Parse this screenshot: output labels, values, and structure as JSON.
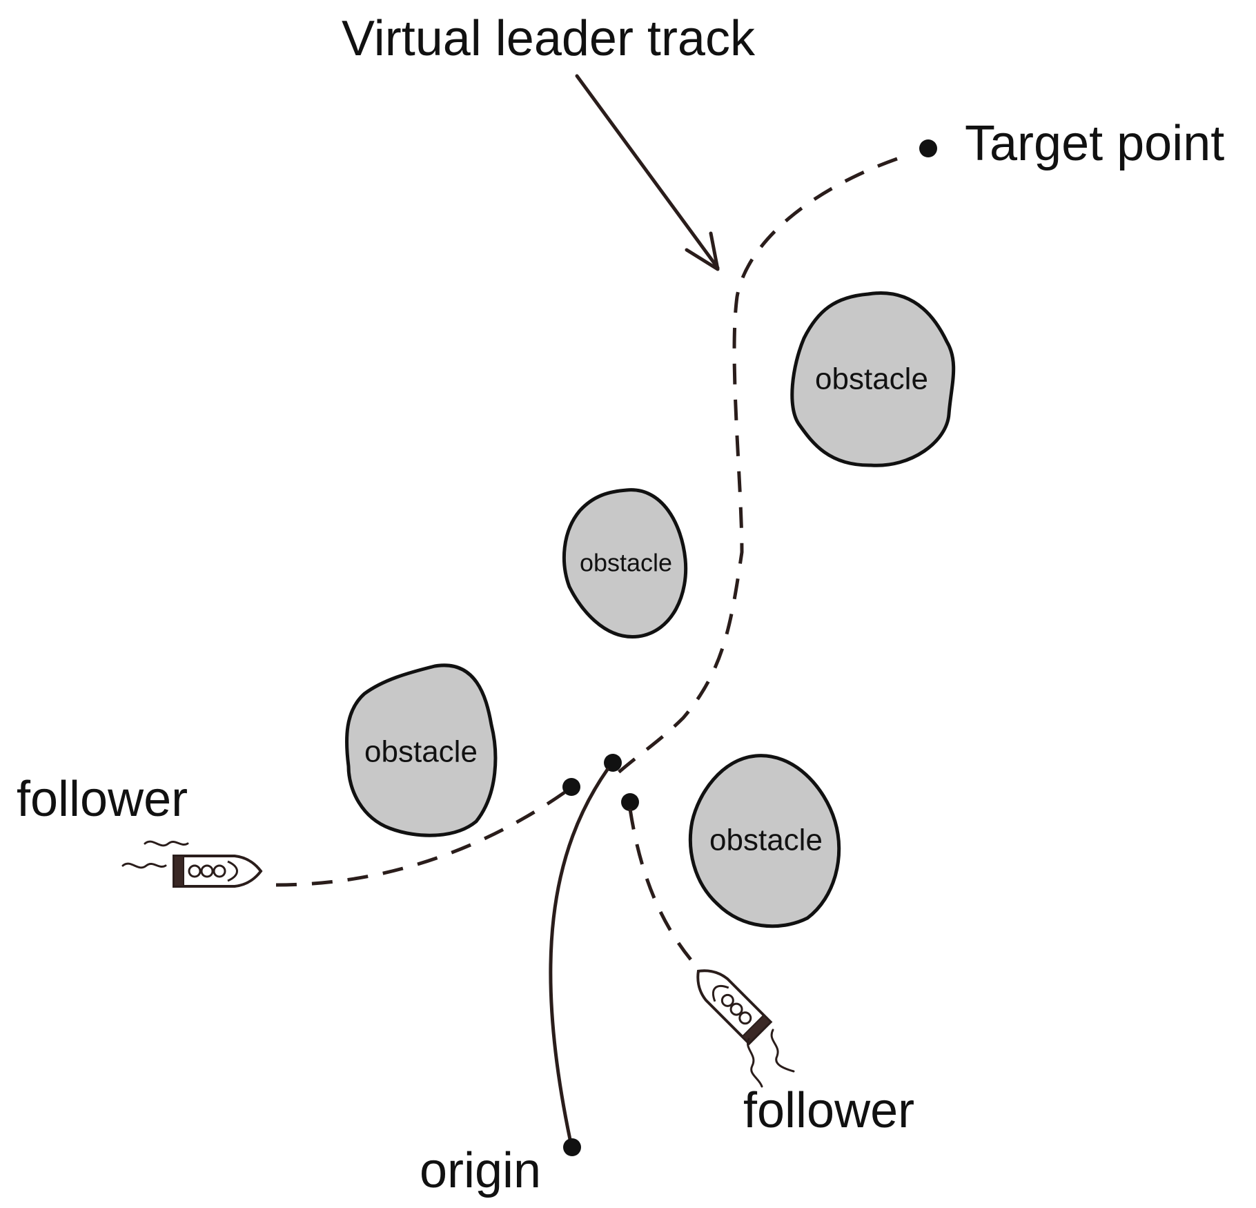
{
  "labels": {
    "virtual_leader_track": "Virtual leader track",
    "target_point": "Target point",
    "origin": "origin",
    "follower_left": "follower",
    "follower_bottom": "follower"
  },
  "obstacles": [
    {
      "label": "obstacle"
    },
    {
      "label": "obstacle"
    },
    {
      "label": "obstacle"
    },
    {
      "label": "obstacle"
    }
  ],
  "colors": {
    "obstacle_fill": "#c8c8c8",
    "line": "#2a1d1b",
    "text": "#111111"
  }
}
